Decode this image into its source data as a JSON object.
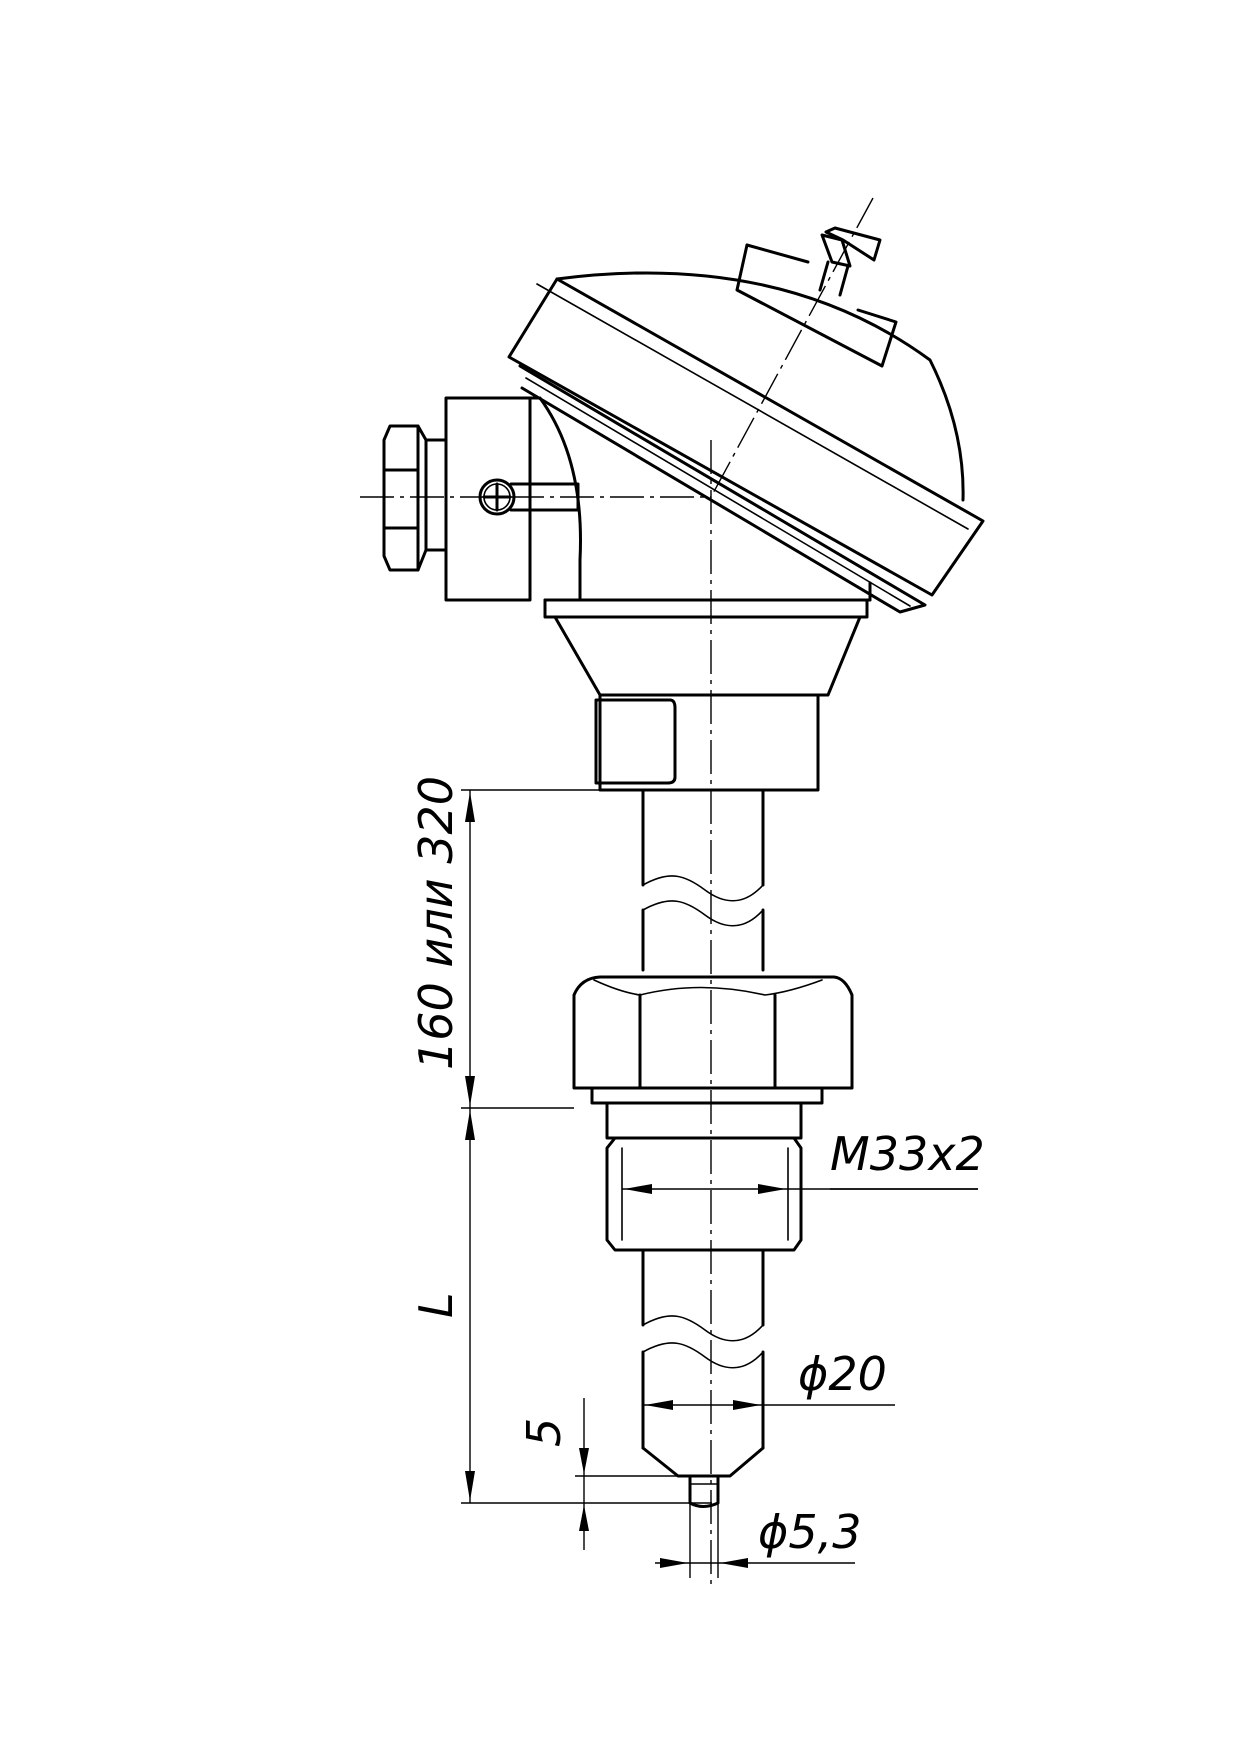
{
  "drawing": {
    "dimensions": {
      "immersion_length": "160 или 320",
      "total_length": "L",
      "thread": "M33x2",
      "sheath_diameter": "ϕ20",
      "tip_length": "5",
      "tip_diameter": "ϕ5,3"
    }
  }
}
